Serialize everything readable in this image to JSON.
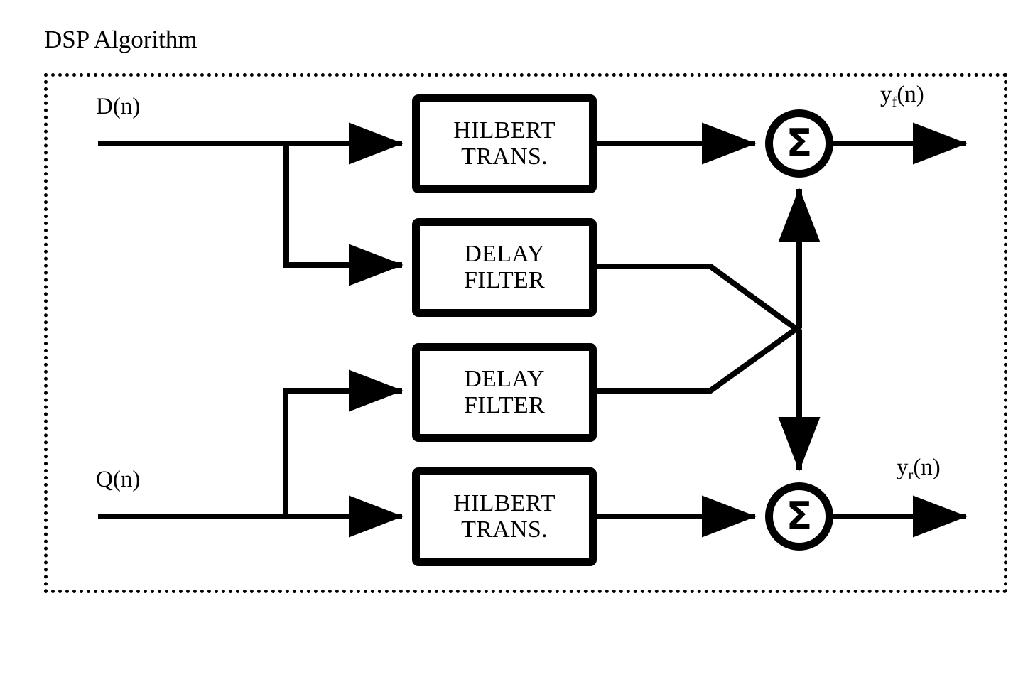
{
  "diagram": {
    "title": "DSP Algorithm",
    "boundary_style": "dotted",
    "accent_color": "#000000",
    "background_color": "#ffffff"
  },
  "inputs": [
    {
      "id": "d",
      "label": "D(n)"
    },
    {
      "id": "q",
      "label": "Q(n)"
    }
  ],
  "blocks": [
    {
      "id": "hilbert-top",
      "line1": "HILBERT",
      "line2": "TRANS."
    },
    {
      "id": "delay-top",
      "line1": "DELAY",
      "line2": "FILTER"
    },
    {
      "id": "delay-bottom",
      "line1": "DELAY",
      "line2": "FILTER"
    },
    {
      "id": "hilbert-bottom",
      "line1": "HILBERT",
      "line2": "TRANS."
    }
  ],
  "summers": [
    {
      "id": "sum-top",
      "symbol": "Σ"
    },
    {
      "id": "sum-bottom",
      "symbol": "Σ"
    }
  ],
  "outputs": [
    {
      "id": "yf",
      "base": "y",
      "sub": "f",
      "tail": "(n)"
    },
    {
      "id": "yr",
      "base": "y",
      "sub": "r",
      "tail": "(n)"
    }
  ]
}
